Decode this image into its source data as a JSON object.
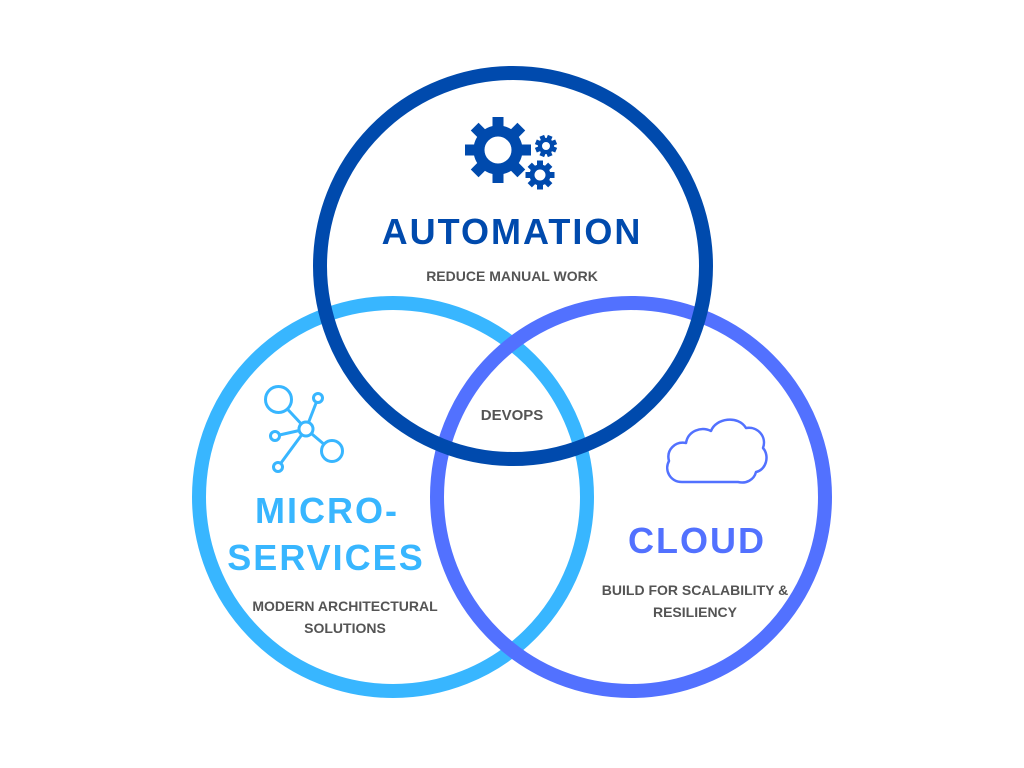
{
  "automation": {
    "title": "AUTOMATION",
    "subtitle": "REDUCE MANUAL WORK",
    "icon": "gears-icon",
    "color": "#004aad"
  },
  "microservices": {
    "title_lines": [
      "MICRO-",
      "SERVICES"
    ],
    "subtitle_lines": [
      "MODERN ARCHITECTURAL",
      "SOLUTIONS"
    ],
    "icon": "network-icon",
    "color": "#38b6ff"
  },
  "cloud": {
    "title": "CLOUD",
    "subtitle_lines": [
      "BUILD FOR SCALABILITY &",
      "RESILIENCY"
    ],
    "icon": "cloud-icon",
    "color": "#5271ff"
  },
  "intersection": {
    "label": "DEVOPS"
  },
  "text_color": "#545454"
}
